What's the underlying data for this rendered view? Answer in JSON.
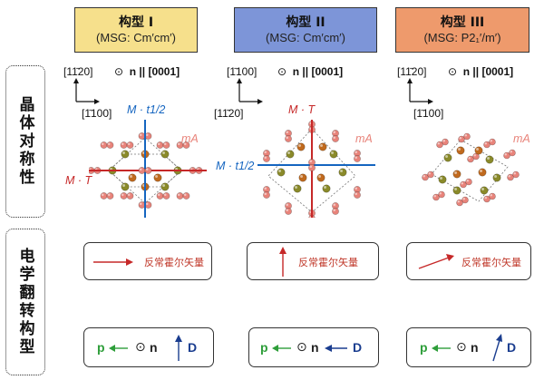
{
  "rows": {
    "crystal_symmetry": "晶体对称性",
    "electric_switching": "电学翻转构型"
  },
  "columns": [
    {
      "title": "构型 I",
      "msg": "(MSG: Cm′cm′)",
      "color": "#f6e08c",
      "axis_vertical": "[11̄20]",
      "axis_horizontal": "[1̄100]",
      "normal": "n || [0001]",
      "sym_vertical": "M · t1/2",
      "sym_horizontal": "M · T",
      "magnetic_label": "mA",
      "ahe_label": "反常霍尔矢量",
      "p_label": "p",
      "n_label": "n",
      "d_label": "D"
    },
    {
      "title": "构型 II",
      "msg": "(MSG: Cm′cm′)",
      "color": "#7d95d8",
      "axis_vertical": "[1̄100]",
      "axis_horizontal": "[11̄20]",
      "normal": "n || [0001]",
      "sym_vertical": "M · T",
      "sym_horizontal": "M · t1/2",
      "magnetic_label": "mA",
      "ahe_label": "反常霍尔矢量",
      "p_label": "p",
      "n_label": "n",
      "d_label": "D"
    },
    {
      "title": "构型 III",
      "msg": "(MSG: P2₁′/m′)",
      "color": "#ee9a6c",
      "axis_vertical": "[11̄20]",
      "axis_horizontal": "[1̄100]",
      "normal": "n || [0001]",
      "magnetic_label": "mA",
      "ahe_label": "反常霍尔矢量",
      "p_label": "p",
      "n_label": "n",
      "d_label": "D"
    }
  ],
  "colors": {
    "red": "#c62828",
    "blue": "#1565c0",
    "pink_atom": "#e8837a",
    "olive_atom": "#8a8a2a",
    "orange_atom": "#c06a1e",
    "green": "#2e9e3a",
    "navy": "#1a3d8f"
  }
}
